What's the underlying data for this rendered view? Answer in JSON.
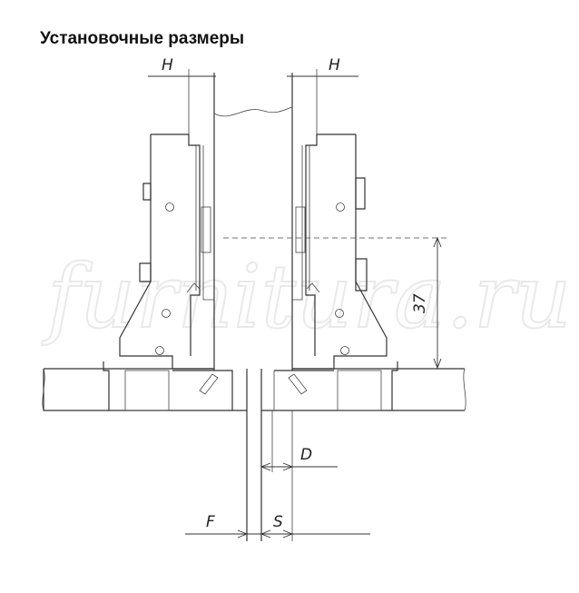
{
  "title": "Установочные размеры",
  "watermark": "furnitura.ru",
  "labels": {
    "h_left": "H",
    "h_right": "H",
    "dim_37": "37",
    "d": "D",
    "f": "F",
    "s": "S"
  }
}
